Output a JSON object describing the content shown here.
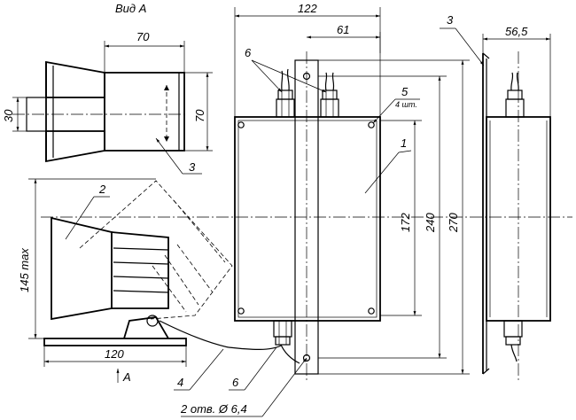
{
  "view_label": "Вид А",
  "dimensions": {
    "top_width_122": "122",
    "top_width_61": "61",
    "right_width_56_5": "56,5",
    "view_a_width_70": "70",
    "view_a_height_30": "30",
    "view_a_height_70": "70",
    "height_172": "172",
    "height_240": "240",
    "height_270": "270",
    "height_145max": "145 max",
    "width_120": "120"
  },
  "callouts": {
    "item1": "1",
    "item2": "2",
    "item3_view": "3",
    "item3_side": "3",
    "item4": "4",
    "item5": "5",
    "item5_qty": "4 шт.",
    "item6_top": "6",
    "item6_bottom": "6",
    "holes": "2 отв. Ø 6,4"
  },
  "arrow_label": "A"
}
